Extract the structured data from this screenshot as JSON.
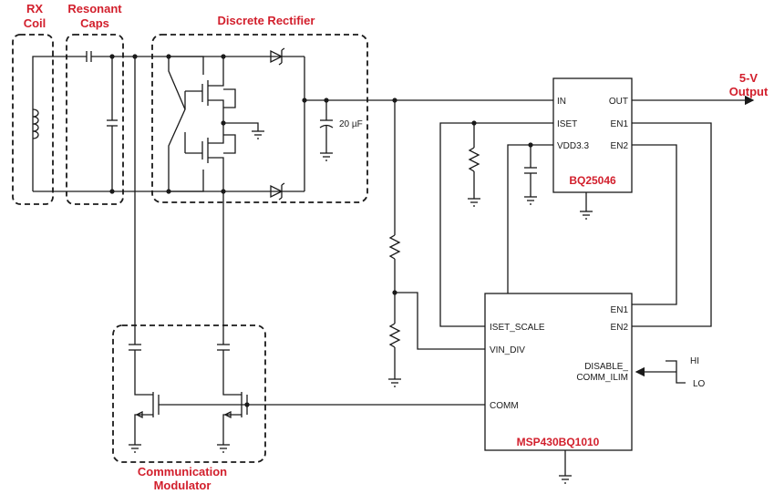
{
  "labels": {
    "rx_coil": [
      "RX",
      "Coil"
    ],
    "resonant_caps": [
      "Resonant",
      "Caps"
    ],
    "discrete_rectifier": "Discrete Rectifier",
    "output": [
      "5-V",
      "Output"
    ],
    "comm_modulator": [
      "Communication",
      "Modulator"
    ],
    "cap_value": "20 µF"
  },
  "bq25046": {
    "name": "BQ25046",
    "pins_left": [
      "IN",
      "ISET",
      "VDD3.3"
    ],
    "pins_right": [
      "OUT",
      "EN1",
      "EN2"
    ]
  },
  "msp430": {
    "name": "MSP430BQ1010",
    "pins_left": [
      "ISET_SCALE",
      "VIN_DIV",
      "COMM"
    ],
    "pins_right": [
      "EN1",
      "EN2",
      "DISABLE_",
      "COMM_ILIM"
    ]
  },
  "switch": {
    "hi": "HI",
    "lo": "LO"
  },
  "colors": {
    "label_red": "#d21f2c",
    "line": "#1a1a1a"
  }
}
